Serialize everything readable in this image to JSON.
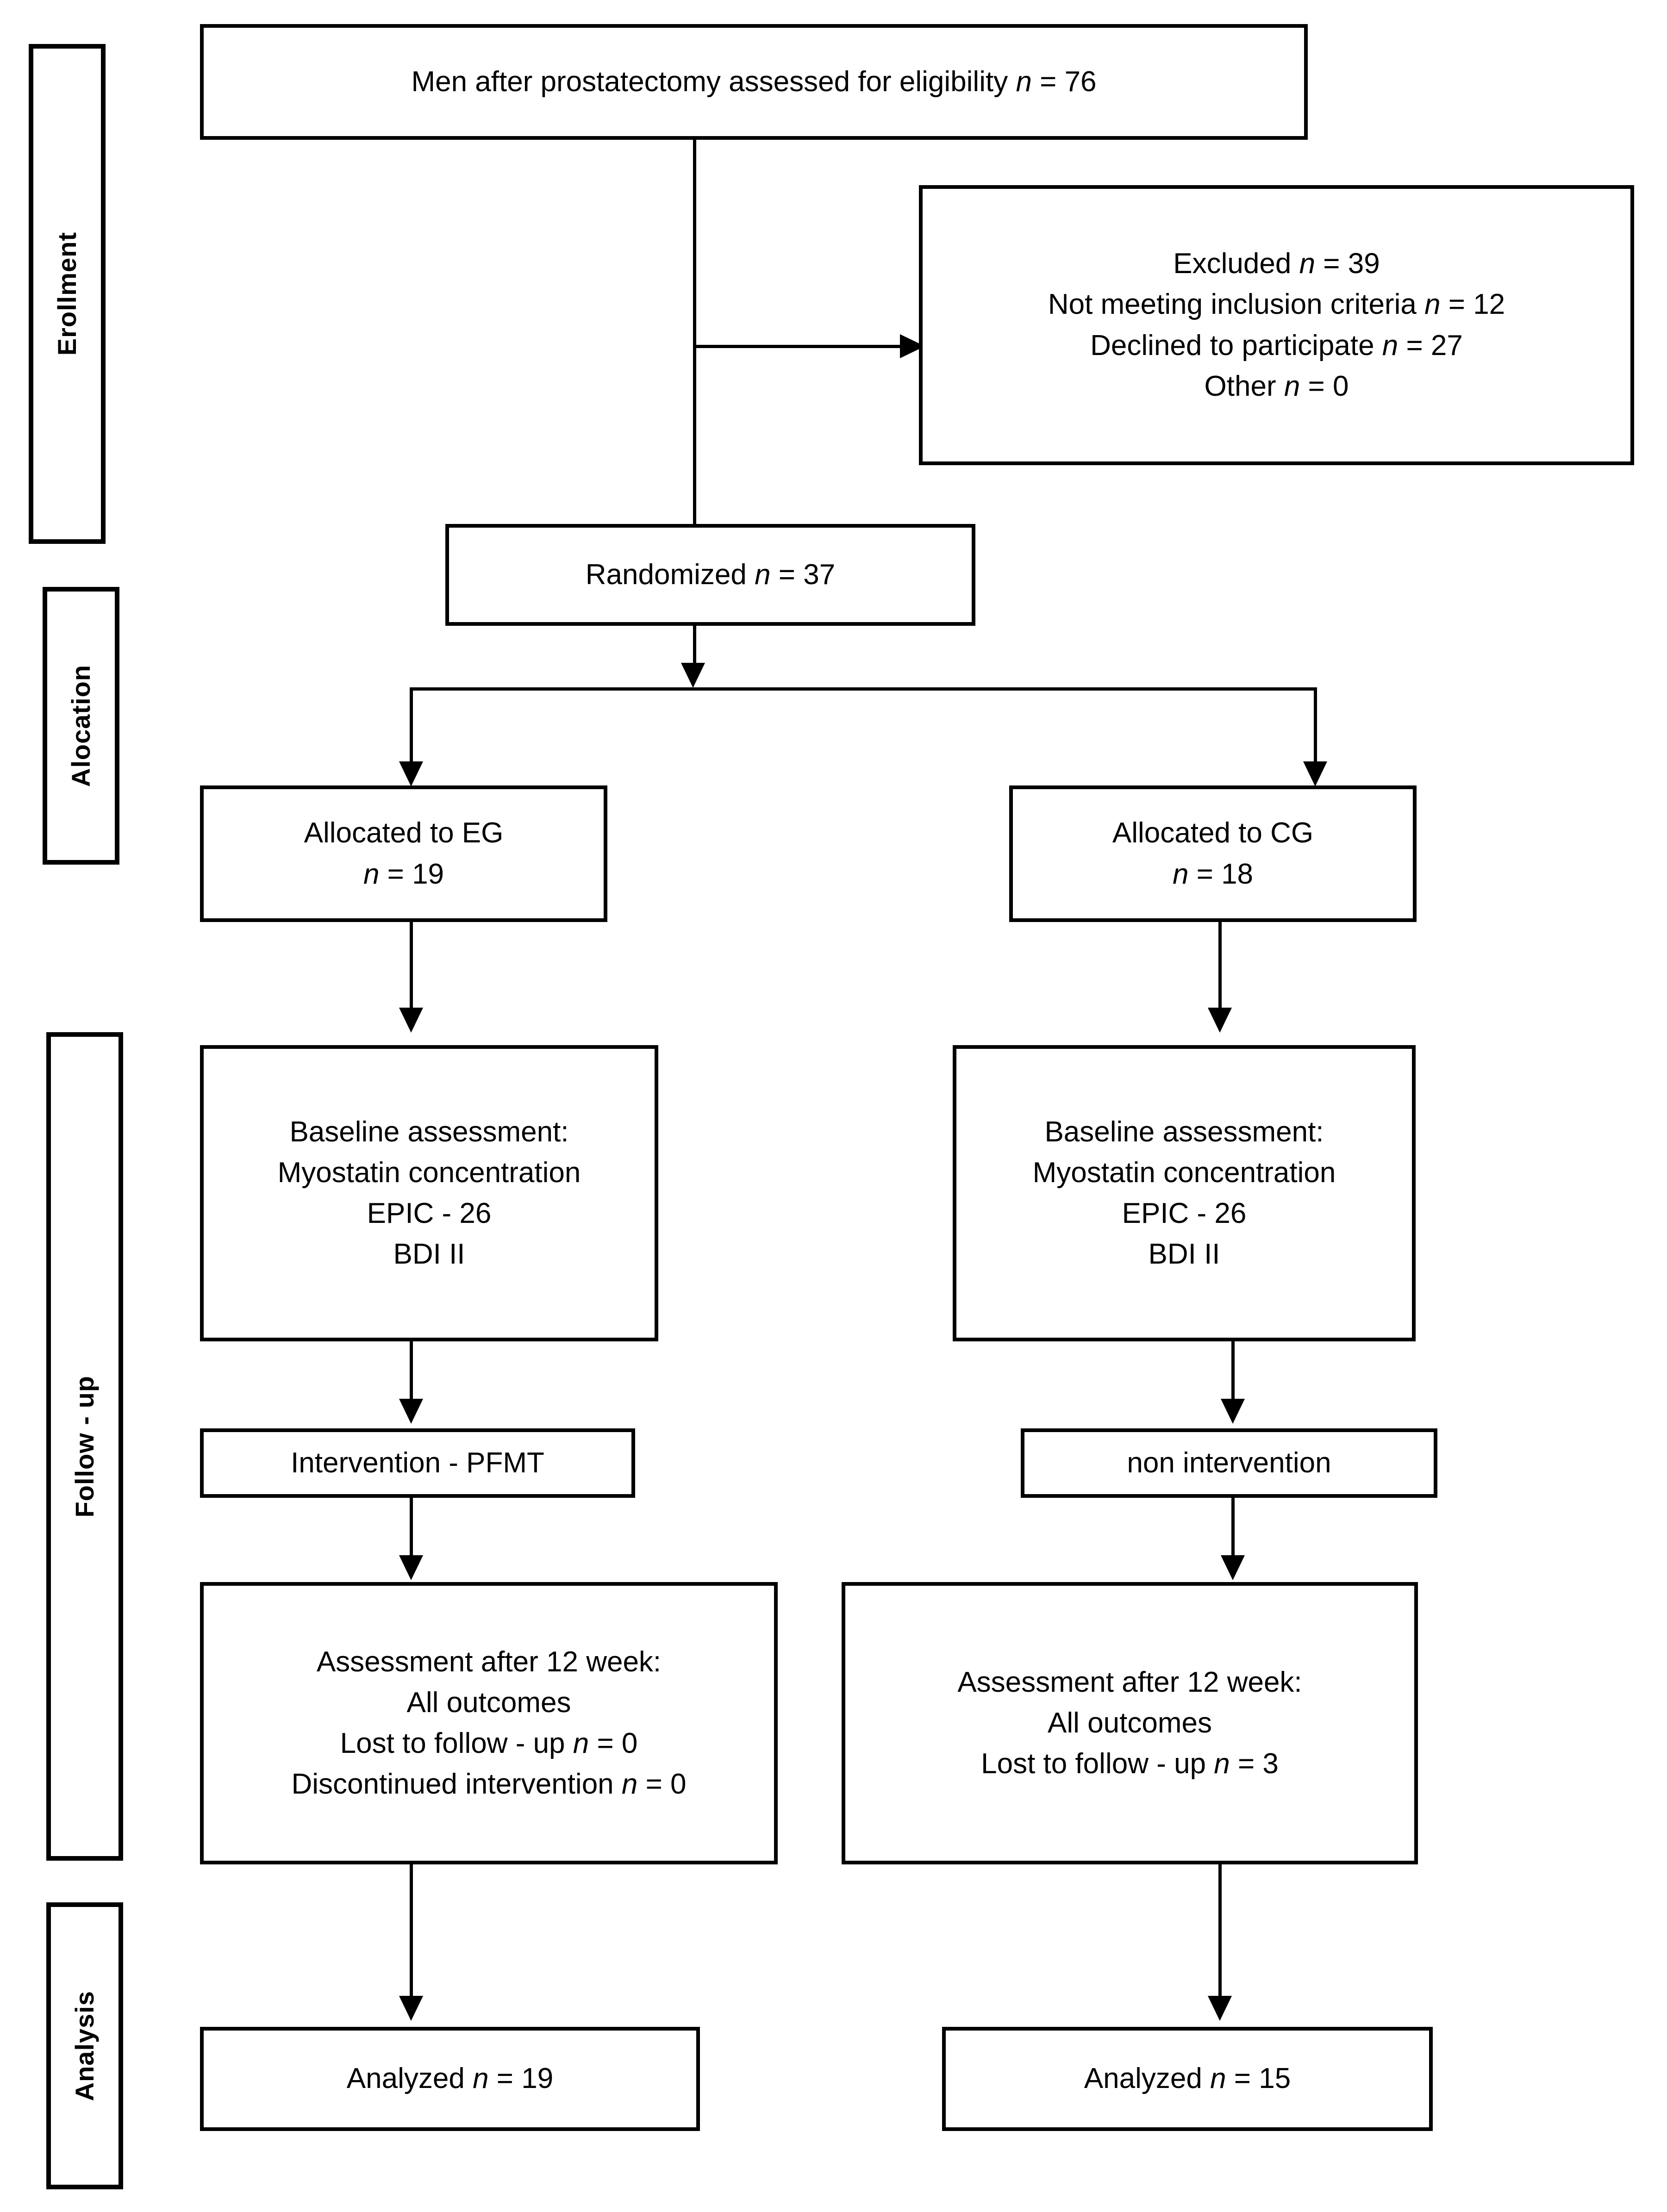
{
  "diagram": {
    "title": "CONSORT participant flow diagram",
    "phases": [
      {
        "key": "enrollment",
        "label": "Erollment"
      },
      {
        "key": "allocation",
        "label": "Alocation"
      },
      {
        "key": "followup",
        "label": "Follow - up"
      },
      {
        "key": "analysis",
        "label": "Analysis"
      }
    ],
    "boxes": {
      "eligibility": {
        "lines": [
          {
            "text": "Men after  prostatectomy  assessed for eligibility  ",
            "italic_tail": "n",
            "tail": " = 76"
          }
        ],
        "plain": "Men after  prostatectomy  assessed for eligibility  n = 76"
      },
      "excluded": {
        "l1_text": "Excluded  ",
        "l1_n": "n",
        "l1_tail": " = 39",
        "l2_text": "Not meeting inclusion criteria  ",
        "l2_n": "n",
        "l2_tail": " = 12",
        "l3_text": "Declined to participate  ",
        "l3_n": "n",
        "l3_tail": " = 27",
        "l4_text": "Other ",
        "l4_n": "n",
        "l4_tail": " = 0"
      },
      "randomized": {
        "text": "Randomized  ",
        "n": "n",
        "tail": " = 37"
      },
      "alloc_eg": {
        "l1": "Allocated  to EG",
        "n": "n",
        "tail": " = 19"
      },
      "alloc_cg": {
        "l1": "Allocated  to CG",
        "n": "n",
        "tail": " = 18"
      },
      "baseline_eg": {
        "l1": "Baseline assessment:",
        "l2": "Myostatin concentration",
        "l3": "EPIC - 26",
        "l4": "BDI II"
      },
      "baseline_cg": {
        "l1": "Baseline assessment:",
        "l2": "Myostatin concentration",
        "l3": "EPIC - 26",
        "l4": "BDI II"
      },
      "intervention_eg": {
        "l1": "Intervention  - PFMT"
      },
      "intervention_cg": {
        "l1": "non intervention"
      },
      "assess_eg": {
        "l1": "Assessment after 12 week:",
        "l2": "All outcomes",
        "l3_text": "Lost to follow - up ",
        "l3_n": "n",
        "l3_tail": " = 0",
        "l4_text": "Discontinued  intervention ",
        "l4_n": "n",
        "l4_tail": " = 0"
      },
      "assess_cg": {
        "l1": "Assessment after 12 week:",
        "l2": "All outcomes",
        "l3_text": "Lost to follow - up ",
        "l3_n": "n",
        "l3_tail": " = 3"
      },
      "analyzed_eg": {
        "text": "Analyzed ",
        "n": "n",
        "tail": " = 19"
      },
      "analyzed_cg": {
        "text": "Analyzed ",
        "n": "n",
        "tail": "  = 15"
      }
    },
    "colors": {
      "stroke": "#000000",
      "background": "#ffffff",
      "text": "#000000"
    }
  }
}
